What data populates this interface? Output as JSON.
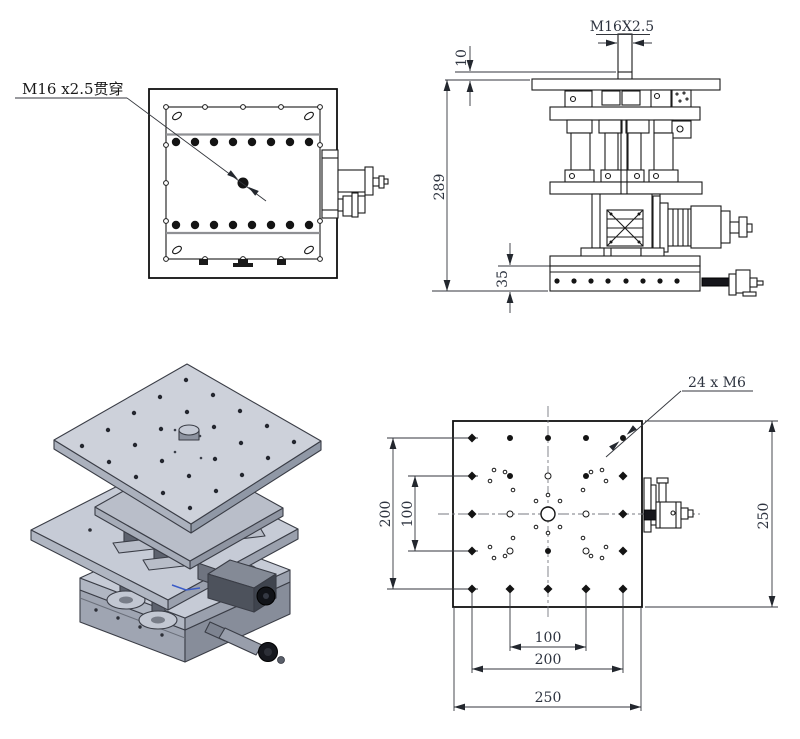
{
  "views": {
    "top_plan": {
      "leader_label": "M16 x2.5贯穿"
    },
    "elevation": {
      "thread_label": "M16X2.5",
      "dim_stud": "10",
      "dim_total": "289",
      "dim_base": "35"
    },
    "iso_3d": {
      "description": "3D shaded isometric view of motorized lab jack lift stage"
    },
    "bottom_plan": {
      "leader_label": "24 x  M6",
      "dim_left_outer": "200",
      "dim_left_inner": "100",
      "dim_right": "250",
      "dim_bottom_inner": "100",
      "dim_bottom_mid": "200",
      "dim_bottom_outer": "250"
    }
  },
  "colors": {
    "line": "#1a1a1a",
    "dimension_text": "#2e3440",
    "centerline": "#777a80",
    "iso_plate_top": "#cdd1da",
    "iso_plate_side_left": "#abb1bd",
    "iso_plate_side_right": "#9098a6",
    "iso_column": "#5d626e",
    "iso_motor_dark": "#4d525c",
    "iso_knob": "#16181e",
    "wire_blue": "#3a5bc7"
  }
}
